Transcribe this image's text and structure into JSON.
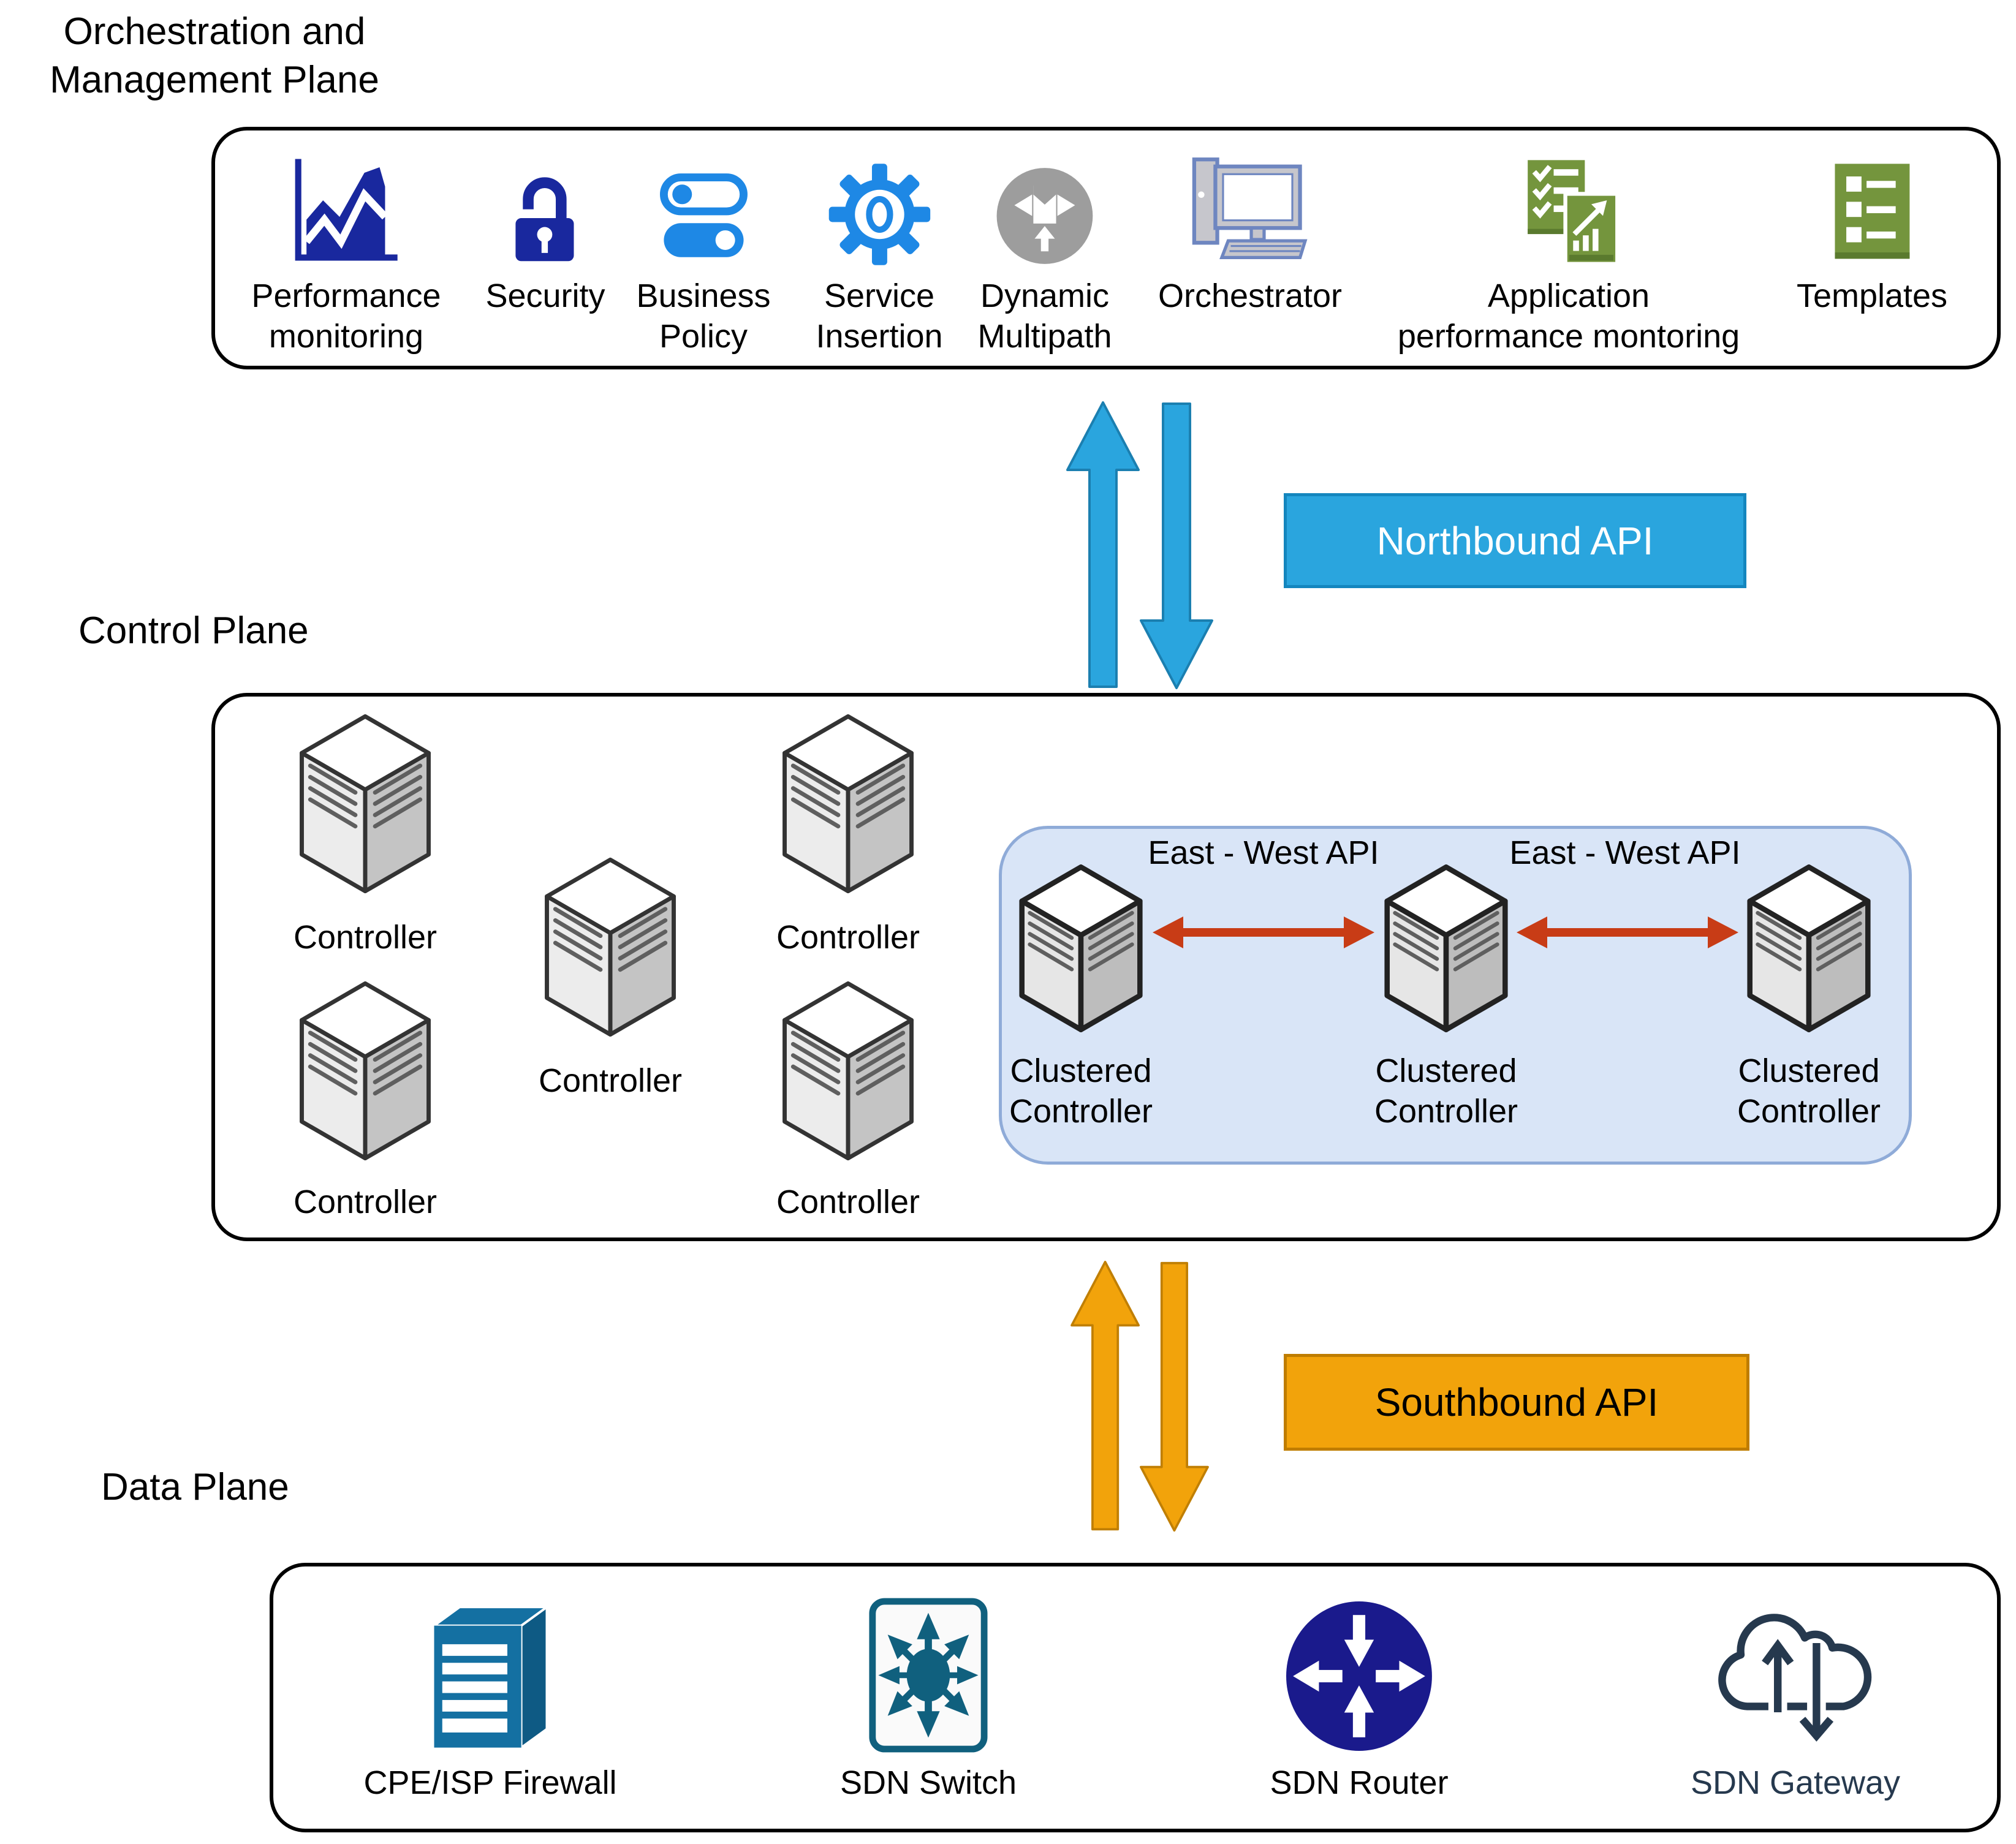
{
  "title": "Orchestration and\nManagement Plane",
  "colors": {
    "navy_icon": "#19289E",
    "bright_blue": "#1E88E5",
    "multipath_gray": "#9D9D9D",
    "orchestrator_border": "#6E86C0",
    "green_icon": "#74953D",
    "northbound_blue": "#2AA5DE",
    "southbound_orange": "#F2A30B",
    "east_west_red": "#C83C16",
    "cluster_background": "#D9E5F7",
    "cluster_border": "#8FABD8",
    "switch_teal": "#10607E",
    "router_navy": "#1A1A8C",
    "firewall_blue": "#1470A2",
    "gateway_slate": "#26394E"
  },
  "orchestration_box": {
    "items": [
      {
        "icon": "performance-chart-icon",
        "label": "Performance\nmonitoring"
      },
      {
        "icon": "security-lock-icon",
        "label": "Security"
      },
      {
        "icon": "business-policy-toggles-icon",
        "label": "Business\nPolicy"
      },
      {
        "icon": "service-insertion-gear-icon",
        "label": "Service\nInsertion"
      },
      {
        "icon": "dynamic-multipath-icon",
        "label": "Dynamic\nMultipath"
      },
      {
        "icon": "orchestrator-computer-icon",
        "label": "Orchestrator"
      },
      {
        "icon": "application-performance-monitoring-icon",
        "label": "Application\nperformance montoring"
      },
      {
        "icon": "templates-icon",
        "label": "Templates"
      }
    ]
  },
  "northbound_api": {
    "label": "Northbound API"
  },
  "southbound_api": {
    "label": "Southbound API"
  },
  "control_plane": {
    "label": "Control Plane",
    "controllers": [
      "Controller",
      "Controller",
      "Controller",
      "Controller",
      "Controller"
    ],
    "cluster": {
      "east_west_api": [
        "East - West API",
        "East - West API"
      ],
      "nodes": [
        "Clustered\nController",
        "Clustered\nController",
        "Clustered\nController"
      ]
    }
  },
  "data_plane": {
    "label": "Data Plane",
    "items": [
      {
        "icon": "firewall-icon",
        "label": "CPE/ISP Firewall"
      },
      {
        "icon": "sdn-switch-icon",
        "label": "SDN Switch"
      },
      {
        "icon": "sdn-router-icon",
        "label": "SDN Router"
      },
      {
        "icon": "sdn-gateway-cloud-icon",
        "label": "SDN Gateway"
      }
    ]
  }
}
